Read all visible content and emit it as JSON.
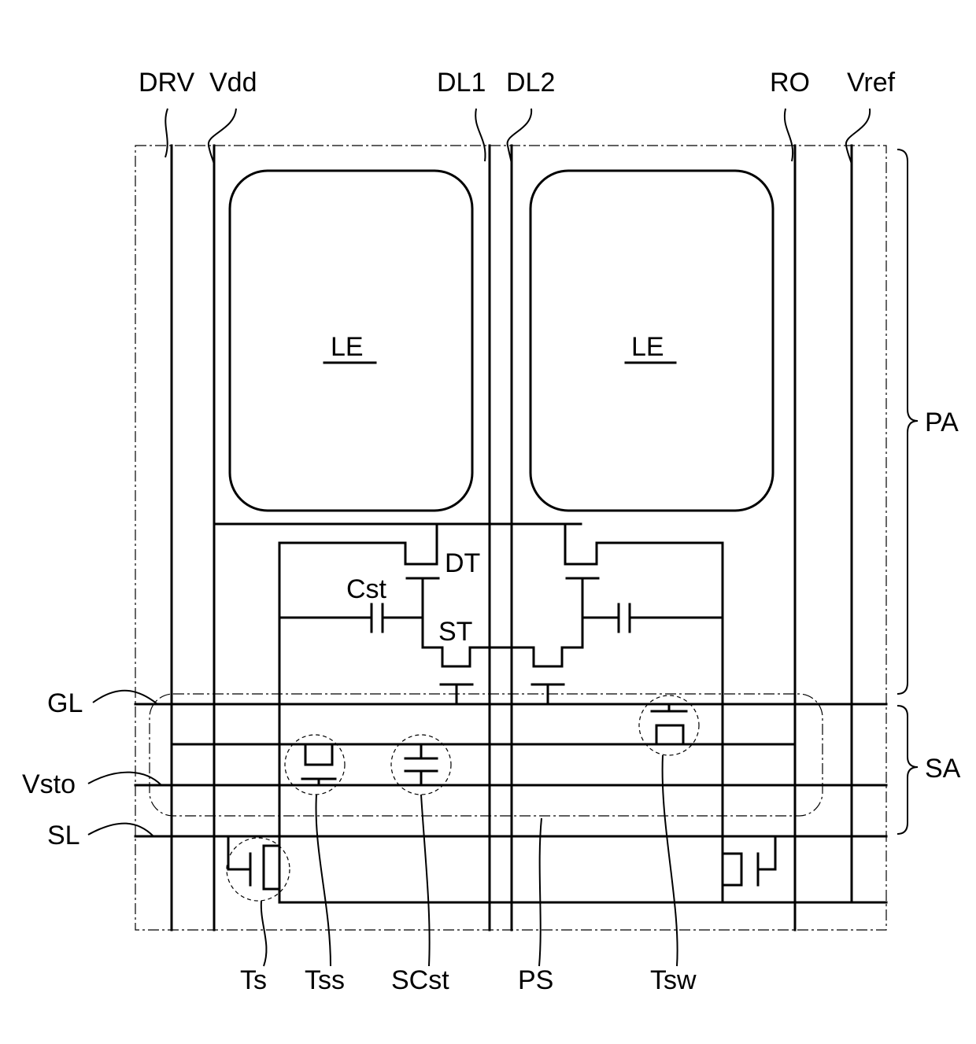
{
  "labels": {
    "drv": "DRV",
    "vdd": "Vdd",
    "dl1": "DL1",
    "dl2": "DL2",
    "ro": "RO",
    "vref": "Vref",
    "le_left": "LE",
    "le_right": "LE",
    "dt": "DT",
    "cst": "Cst",
    "st": "ST",
    "pa": "PA",
    "sa": "SA",
    "gl": "GL",
    "vsto": "Vsto",
    "sl": "SL",
    "ts": "Ts",
    "tss": "Tss",
    "scst": "SCst",
    "ps": "PS",
    "tsw": "Tsw"
  }
}
